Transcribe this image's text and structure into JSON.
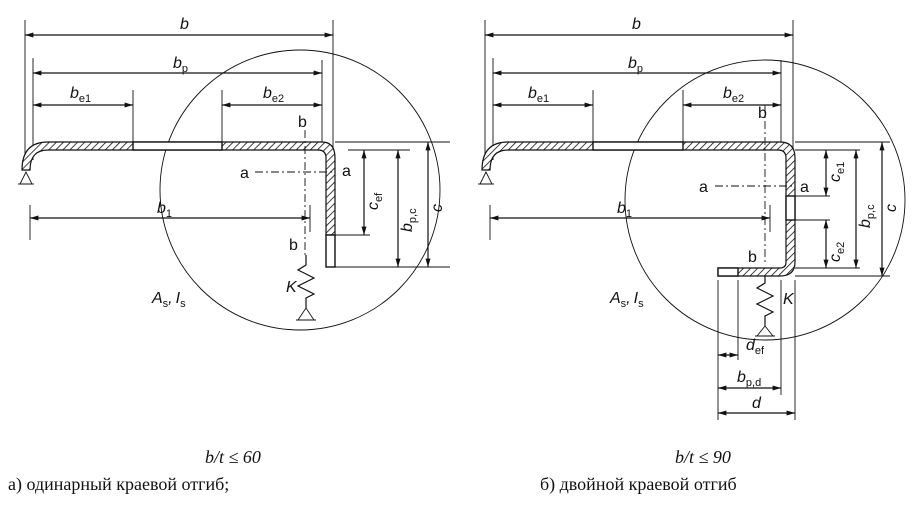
{
  "panel_a": {
    "labels": {
      "b": "b",
      "bp": "b",
      "bp_sub": "p",
      "be1": "b",
      "be1_sub": "e1",
      "be2": "b",
      "be2_sub": "e2",
      "b1": "b",
      "b1_sub": "1",
      "cef": "c",
      "cef_sub": "ef",
      "bpc": "b",
      "bpc_sub": "p,c",
      "c": "c",
      "a_left": "a",
      "a_right": "a",
      "b_top": "b",
      "b_bot": "b",
      "K": "K",
      "As": "A",
      "As_sub": "s",
      "sep": ",",
      "Is": "I",
      "Is_sub": "s"
    },
    "condition": "b/t ≤ 60",
    "caption": "а) одинарный краевой отгиб;"
  },
  "panel_b": {
    "labels": {
      "b": "b",
      "bp": "b",
      "bp_sub": "p",
      "be1": "b",
      "be1_sub": "e1",
      "be2": "b",
      "be2_sub": "e2",
      "b1": "b",
      "b1_sub": "1",
      "ce1": "c",
      "ce1_sub": "e1",
      "ce2": "c",
      "ce2_sub": "e2",
      "bpc": "b",
      "bpc_sub": "p,c",
      "c": "c",
      "a_left": "a",
      "a_right": "a",
      "b_top": "b",
      "b_bot": "b",
      "K": "K",
      "As": "A",
      "As_sub": "s",
      "sep": ",",
      "Is": "I",
      "Is_sub": "s",
      "def": "d",
      "def_sub": "ef",
      "bpd": "b",
      "bpd_sub": "p,d",
      "d": "d"
    },
    "condition": "b/t ≤ 90",
    "caption": "б) двойной краевой отгиб"
  }
}
